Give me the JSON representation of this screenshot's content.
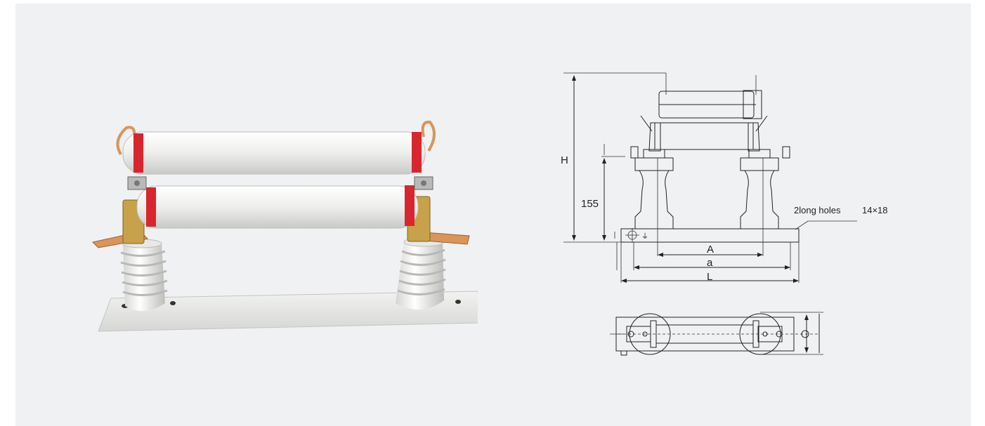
{
  "colors": {
    "background": "#f0f1f3",
    "porcelain": "#eeeeec",
    "fuse_tube": "#f4f4f2",
    "red_band": "#d8262e",
    "copper": "#d9955a"
  },
  "photo": {
    "subject": "high-voltage-fuse"
  },
  "drawing": {
    "labels": {
      "height": "H",
      "base_height": "155",
      "hole_note": "2long holes",
      "hole_size": "14×18",
      "dim_A": "A",
      "dim_a": "a",
      "dim_L": "L"
    }
  }
}
